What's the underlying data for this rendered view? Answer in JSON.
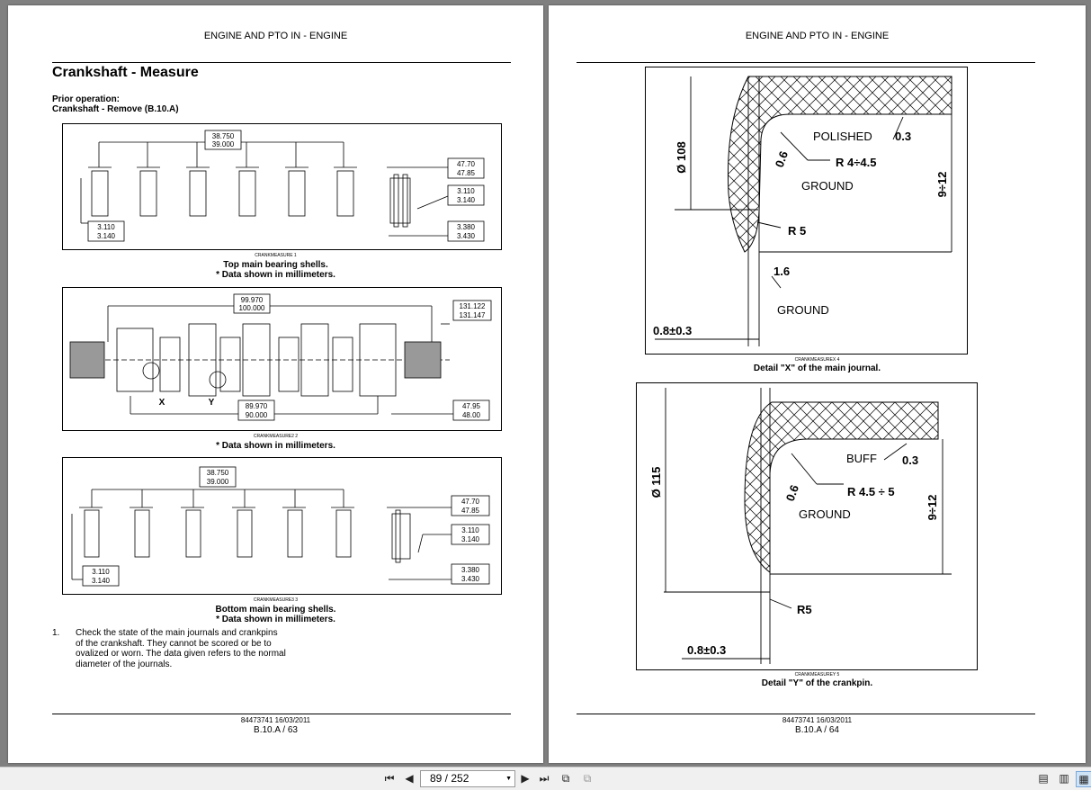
{
  "left_page": {
    "header": "ENGINE AND PTO IN - ENGINE",
    "title": "Crankshaft - Measure",
    "prior_operation_label": "Prior operation:",
    "prior_operation_link": "Crankshaft - Remove (B.10.A)",
    "figure1": {
      "id": "CRANKMEASURE    1",
      "caption_line1": "Top main bearing shells.",
      "caption_line2": "* Data shown in millimeters.",
      "labels": {
        "spacing": [
          "38.750",
          "39.000"
        ],
        "width": [
          "47.70",
          "47.85"
        ],
        "thickness": [
          "3.110",
          "3.140"
        ],
        "flange": [
          "3.110",
          "3.140"
        ],
        "overall": [
          "3.380",
          "3.430"
        ]
      }
    },
    "figure2": {
      "id": "CRANKMEASURE2    2",
      "caption_line1": "* Data shown in millimeters.",
      "labels": {
        "journal": [
          "99.970",
          "100.000"
        ],
        "pin": [
          "89.970",
          "90.000"
        ],
        "flange": [
          "131.122",
          "131.147"
        ],
        "length": [
          "47.95",
          "48.00"
        ],
        "detail_x": "X",
        "detail_y": "Y"
      }
    },
    "figure3": {
      "id": "CRANKMEASURE3    3",
      "caption_line1": "Bottom main bearing shells.",
      "caption_line2": "* Data shown in millimeters.",
      "labels": {
        "spacing": [
          "38.750",
          "39.000"
        ],
        "width": [
          "47.70",
          "47.85"
        ],
        "thickness": [
          "3.110",
          "3.140"
        ],
        "flange": [
          "3.110",
          "3.140"
        ],
        "overall": [
          "3.380",
          "3.430"
        ]
      }
    },
    "step1_num": "1.",
    "step1_text": "Check the state of the main journals and crankpins of the crankshaft.  They cannot be scored or be to ovalized or worn.  The data given refers to the normal diameter of the journals.",
    "footer_code": "84473741 16/03/2011",
    "footer_page": "B.10.A / 63"
  },
  "right_page": {
    "header": "ENGINE AND PTO IN - ENGINE",
    "figure4": {
      "id": "CRANKMEASUREX    4",
      "caption": "Detail \"X\" of the main journal.",
      "labels": {
        "diameter": "Ø 108",
        "finish": "POLISHED",
        "finish_val": "0.3",
        "radius": "R 4÷4.5",
        "angle": "0.6",
        "ground1": "GROUND",
        "length": "9÷12",
        "r5": "R 5",
        "rough": "1.6",
        "ground2": "GROUND",
        "offset": "0.8±0.3"
      }
    },
    "figure5": {
      "id": "CRANKMEASUREY    5",
      "caption": "Detail \"Y\" of the crankpin.",
      "labels": {
        "diameter": "Ø 115",
        "finish": "BUFF",
        "finish_val": "0.3",
        "radius": "R 4.5 ÷ 5",
        "angle": "0.6",
        "ground": "GROUND",
        "length": "9÷12",
        "r5": "R5",
        "offset": "0.8±0.3"
      }
    },
    "footer_code": "84473741 16/03/2011",
    "footer_page": "B.10.A / 64"
  },
  "toolbar": {
    "page_indicator": "89 / 252",
    "icons": [
      "first-page-icon",
      "prev-page-icon",
      "next-page-icon",
      "last-page-icon",
      "rotate-icon",
      "rotate-alt-icon",
      "single-page-view-icon",
      "continuous-view-icon",
      "two-page-view-icon"
    ]
  }
}
